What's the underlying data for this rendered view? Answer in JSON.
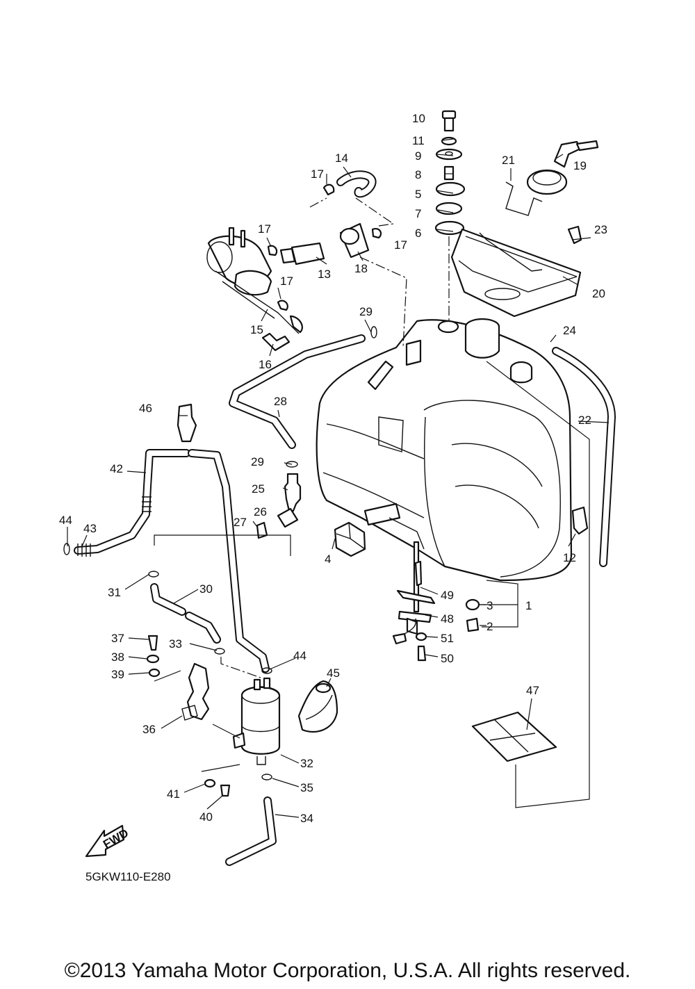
{
  "callouts": [
    "1",
    "2",
    "3",
    "4",
    "5",
    "6",
    "7",
    "8",
    "9",
    "10",
    "11",
    "12",
    "13",
    "14",
    "15",
    "16",
    "17",
    "18",
    "19",
    "20",
    "21",
    "22",
    "23",
    "24",
    "25",
    "26",
    "27",
    "28",
    "29",
    "30",
    "31",
    "32",
    "33",
    "34",
    "35",
    "36",
    "37",
    "38",
    "39",
    "40",
    "41",
    "42",
    "43",
    "44",
    "45",
    "46",
    "47",
    "48",
    "49",
    "50",
    "51"
  ],
  "fwd_label": "FWD",
  "diagram_code": "5GKW110-E280",
  "copyright": "©2013 Yamaha Motor Corporation, U.S.A. All rights reserved."
}
